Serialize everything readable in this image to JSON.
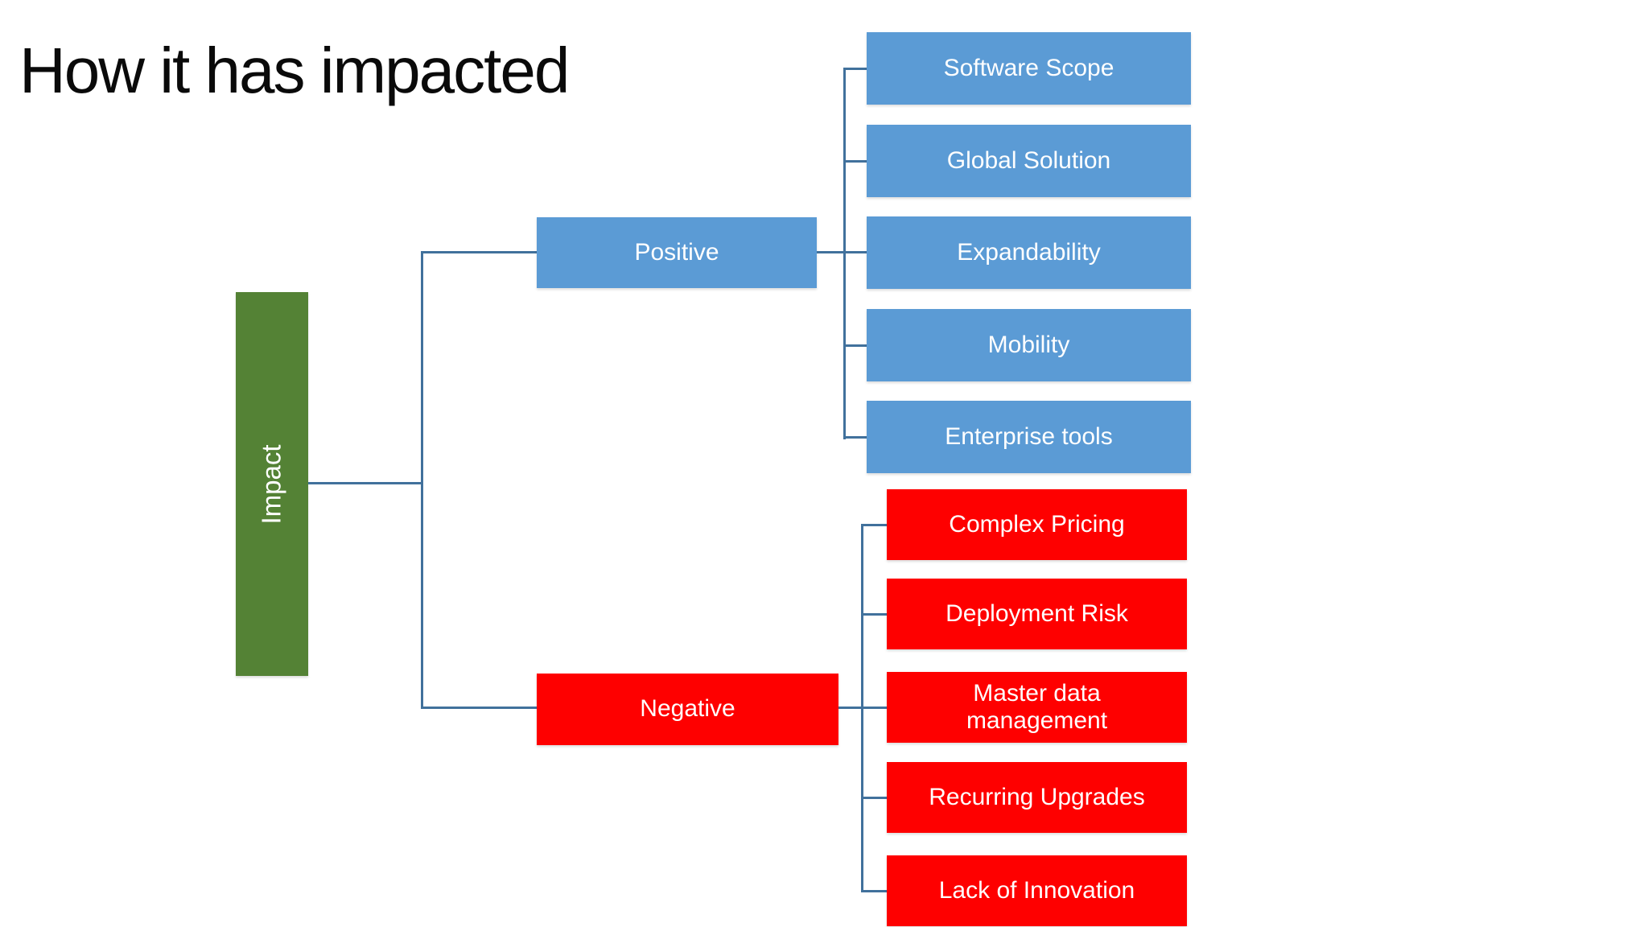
{
  "title": "How it has impacted",
  "tree": {
    "root": {
      "label": "Impact"
    },
    "positive": {
      "label": "Positive",
      "children": [
        "Software Scope",
        "Global Solution",
        "Expandability",
        "Mobility",
        "Enterprise tools"
      ]
    },
    "negative": {
      "label": "Negative",
      "children": [
        "Complex Pricing",
        "Deployment Risk",
        "Master data management",
        "Recurring Upgrades",
        "Lack of Innovation"
      ]
    }
  },
  "colors": {
    "impact_green": "#548235",
    "positive_blue": "#5b9bd5",
    "negative_red": "#fe0000",
    "connector": "#41719c",
    "node_text": "#ffffff",
    "title_text": "#0a0a0a",
    "background": "#ffffff"
  }
}
